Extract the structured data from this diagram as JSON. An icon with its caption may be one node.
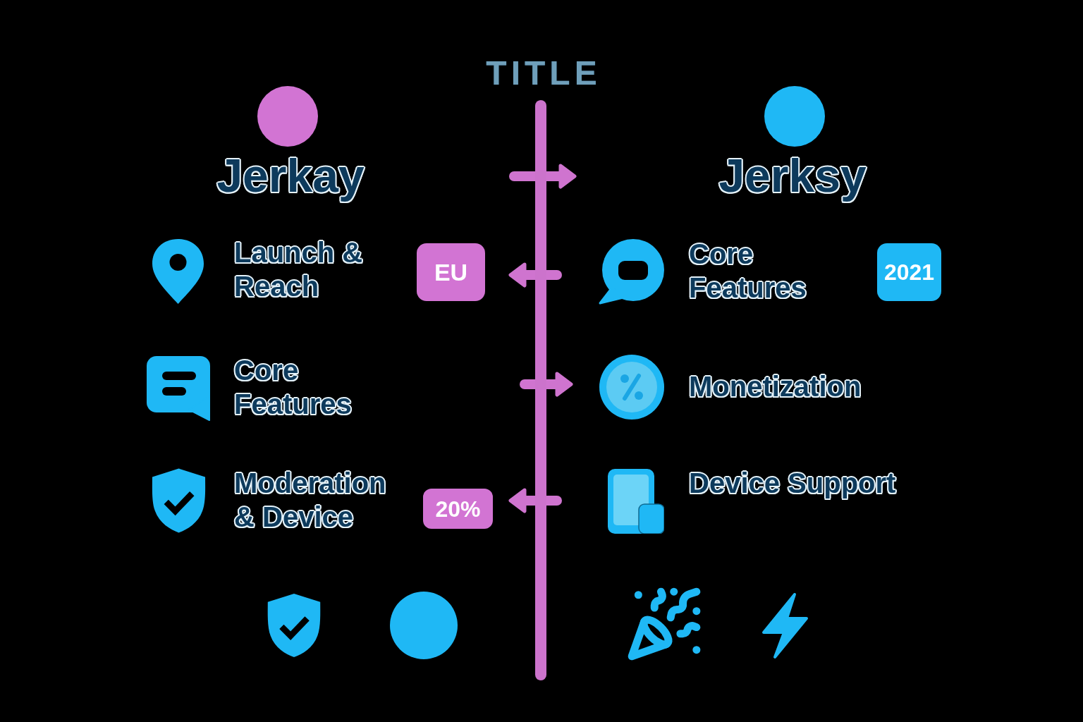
{
  "diagram": {
    "title": "TITLE",
    "nodes": [
      {
        "text": [],
        "shape": "bar"
      },
      {
        "text": [
          "EU"
        ]
      },
      {
        "text": [
          "2021"
        ]
      },
      {
        "text": [
          "20%"
        ]
      }
    ],
    "labels": [
      "Jerkay",
      "Jerksy",
      "Launch & Reach",
      "Core Features",
      "Core Features",
      "Monetization",
      "Moderation & Device",
      "Device Support"
    ]
  }
}
